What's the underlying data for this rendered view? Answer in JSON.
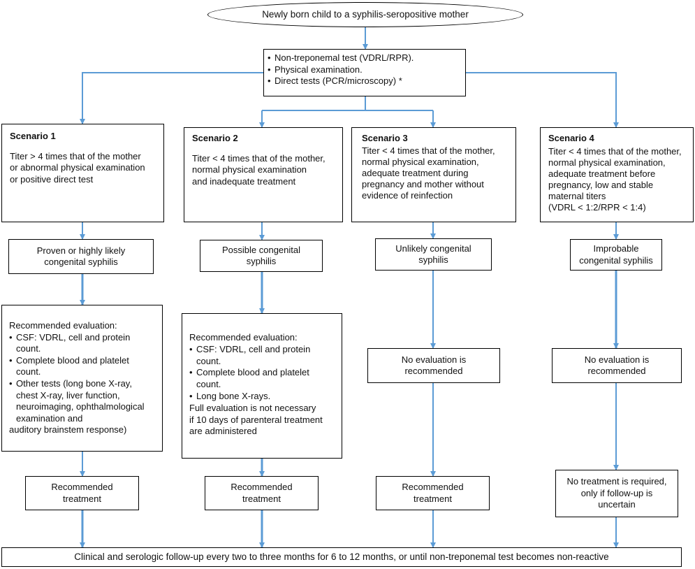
{
  "colors": {
    "connector": "#5b9bd5",
    "border": "#000000"
  },
  "root": {
    "label": "Newly born child to a syphilis-seropositive mother"
  },
  "tests": {
    "items": [
      "Non-treponemal test (VDRL/RPR).",
      "Physical examination.",
      "Direct tests (PCR/microscopy) *"
    ]
  },
  "scenarios": [
    {
      "title": "Scenario 1",
      "criteria": [
        "Titer > 4 times that of the mother",
        "or abnormal physical examination",
        "or positive direct test"
      ],
      "diagnosis": [
        "Proven or highly likely",
        "congenital syphilis"
      ],
      "evaluation": {
        "heading": "Recommended evaluation:",
        "items": [
          [
            "CSF: VDRL, cell and protein",
            "count."
          ],
          [
            "Complete blood and platelet",
            "count."
          ],
          [
            "Other tests (long bone X-ray,",
            "chest X-ray, liver function,",
            "neuroimaging, ophthalmological",
            "examination and"
          ]
        ],
        "extra": [
          "auditory brainstem response)"
        ]
      },
      "outcome": [
        "Recommended",
        "treatment"
      ]
    },
    {
      "title": "Scenario 2",
      "criteria": [
        "Titer < 4 times that of the mother,",
        "normal physical examination",
        "and inadequate treatment"
      ],
      "diagnosis": [
        "Possible congenital",
        "syphilis"
      ],
      "evaluation": {
        "heading": "Recommended evaluation:",
        "items": [
          [
            "CSF: VDRL, cell and protein",
            "count."
          ],
          [
            "Complete blood and platelet",
            "count."
          ],
          [
            "Long bone X-rays."
          ]
        ],
        "extra": [
          "Full evaluation is not necessary",
          "if 10 days of parenteral treatment",
          "are administered"
        ]
      },
      "outcome": [
        "Recommended",
        "treatment"
      ]
    },
    {
      "title": "Scenario 3",
      "criteria": [
        "Titer < 4 times that of the mother,",
        "normal physical examination,",
        "adequate treatment during",
        "pregnancy and mother without",
        "evidence of reinfection"
      ],
      "diagnosis": [
        "Unlikely congenital",
        "syphilis"
      ],
      "evaluation": {
        "lines": [
          "No evaluation is",
          "recommended"
        ]
      },
      "outcome": [
        "Recommended",
        "treatment"
      ]
    },
    {
      "title": "Scenario 4",
      "criteria": [
        "Titer < 4 times that of the mother,",
        "normal physical examination,",
        "adequate treatment before",
        "pregnancy, low and stable",
        "maternal titers",
        "(VDRL < 1:2/RPR < 1:4)"
      ],
      "diagnosis": [
        "Improbable",
        "congenital syphilis"
      ],
      "evaluation": {
        "lines": [
          "No evaluation is",
          "recommended"
        ]
      },
      "outcome": [
        "No treatment is required,",
        "only if follow-up is",
        "uncertain"
      ]
    }
  ],
  "followup": {
    "label": "Clinical and serologic follow-up every two to three months for 6 to 12 months, or until non-treponemal test becomes non-reactive"
  }
}
